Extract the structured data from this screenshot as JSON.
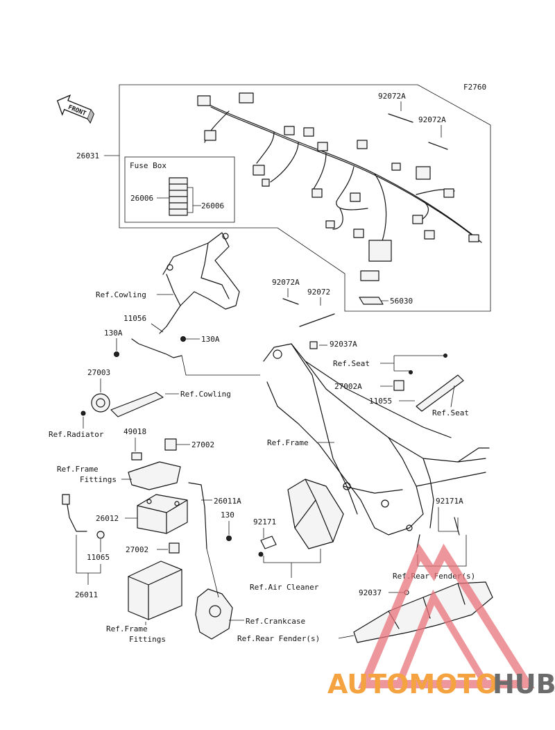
{
  "figure_code": "F2760",
  "front_label": "FRONT",
  "fuse_box_label": "Fuse Box",
  "labels": {
    "p26031": "26031",
    "p92072A_1": "92072A",
    "p92072A_2": "92072A",
    "p26006_left": "26006",
    "p26006_right": "26006",
    "p92072A_3": "92072A",
    "p92072": "92072",
    "p56030": "56030",
    "ref_cowling_1": "Ref.Cowling",
    "p11056": "11056",
    "p130A_left": "130A",
    "p130A_right": "130A",
    "p92037A": "92037A",
    "ref_seat_1": "Ref.Seat",
    "p27002A": "27002A",
    "p11055": "11055",
    "ref_seat_2": "Ref.Seat",
    "p27003": "27003",
    "ref_cowling_2": "Ref.Cowling",
    "ref_radiator": "Ref.Radiator",
    "p49018": "49018",
    "p27002_top": "27002",
    "ref_frame": "Ref.Frame",
    "ref_frame_fittings_1a": "Ref.Frame",
    "ref_frame_fittings_1b": "Fittings",
    "p26011A": "26011A",
    "p26012": "26012",
    "p130": "130",
    "p92171": "92171",
    "p92171A": "92171A",
    "p11065": "11065",
    "p27002_bottom": "27002",
    "ref_rear_fender_1": "Ref.Rear Fender(s)",
    "p26011": "26011",
    "ref_air_cleaner": "Ref.Air Cleaner",
    "p92037": "92037",
    "ref_frame_fittings_2a": "Ref.Frame",
    "ref_frame_fittings_2b": "Fittings",
    "ref_crankcase": "Ref.Crankcase",
    "ref_rear_fender_2": "Ref.Rear Fender(s)"
  },
  "watermark": {
    "auto": "AUTOMOTO",
    "hub": "HUB",
    "color_primary": "#f4a340",
    "color_secondary": "#6b6b6b",
    "triangle_color": "#e8737a"
  }
}
